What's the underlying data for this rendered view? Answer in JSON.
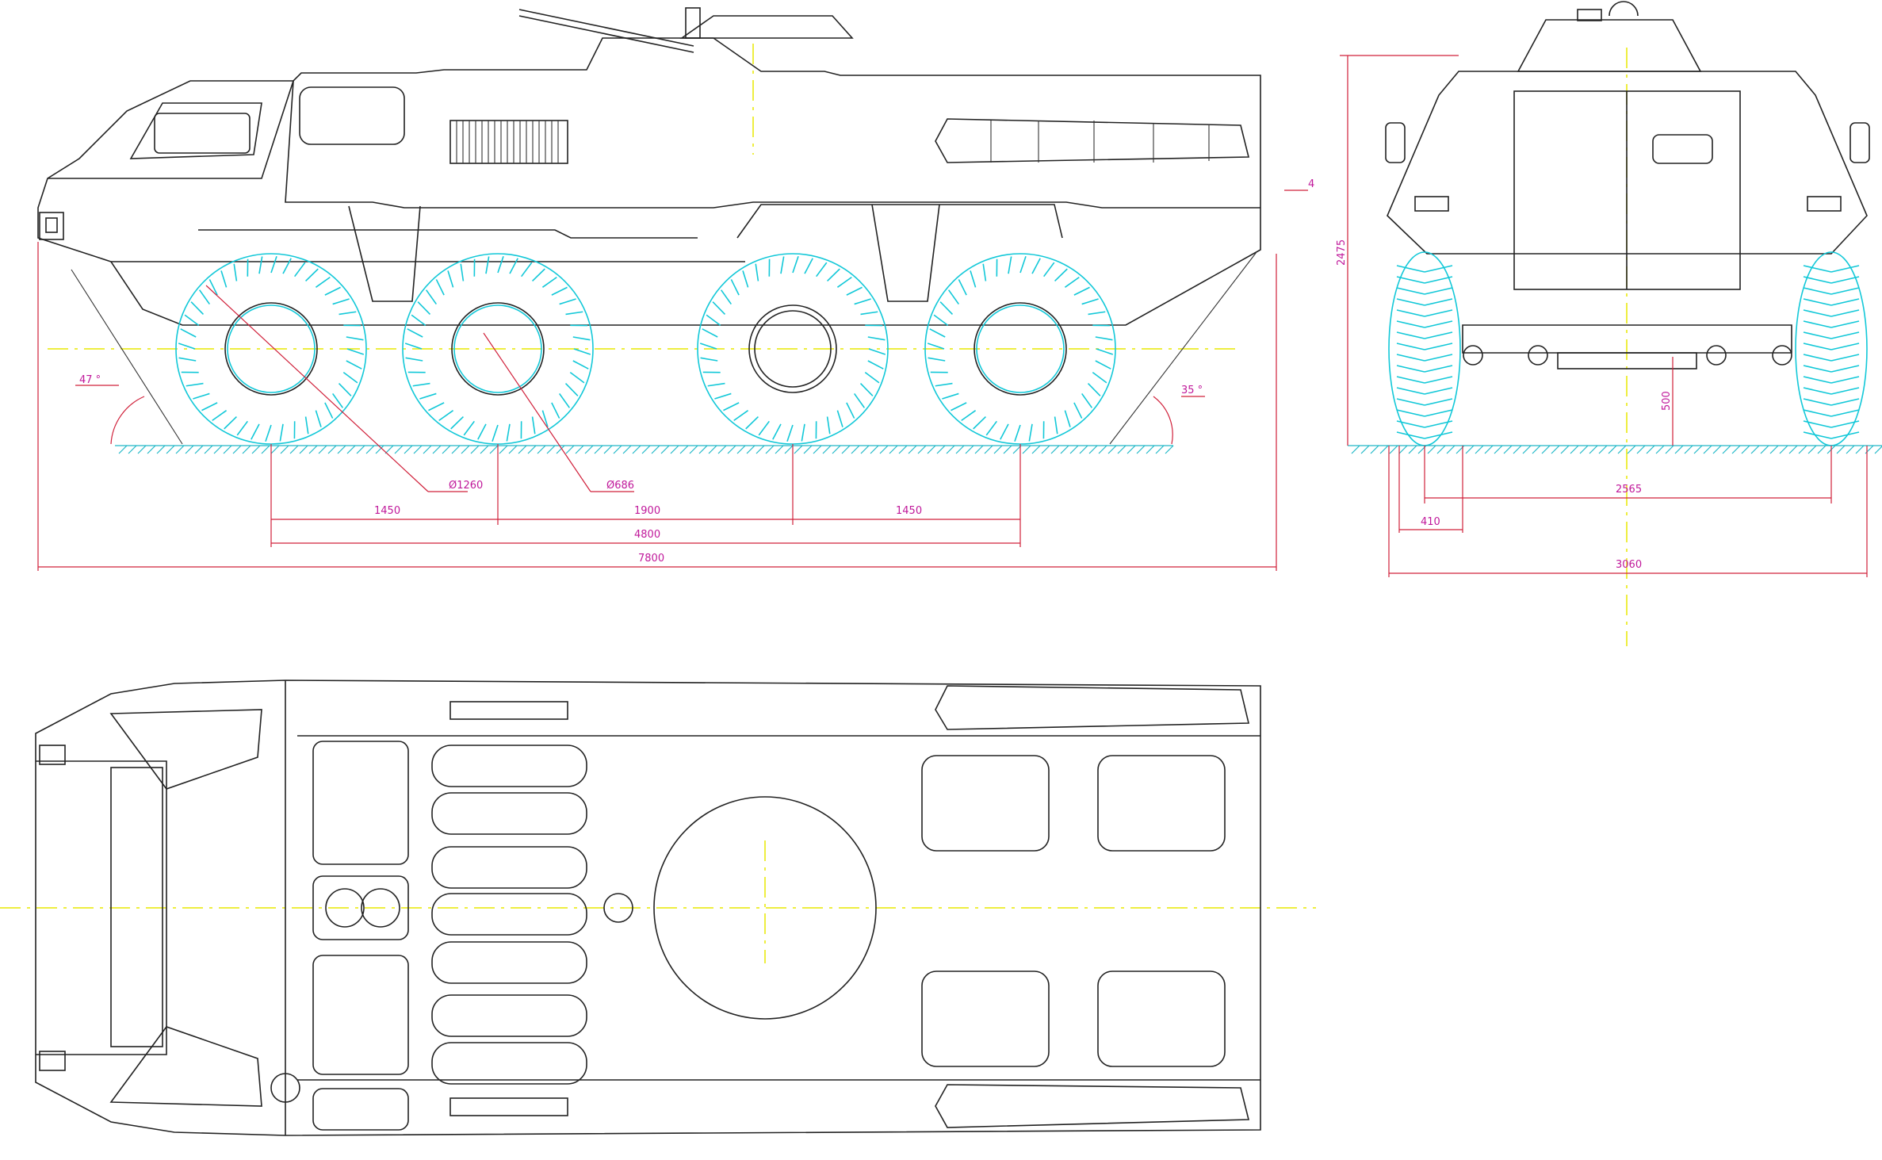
{
  "colors": {
    "outline": "#222222",
    "axis": "#e8e800",
    "dimension_line": "#d0203a",
    "dimension_text": "#c0189a",
    "tyre": "#12c8d8"
  },
  "side_view": {
    "dims": {
      "approach_angle": "47 °",
      "departure_angle": "35 °",
      "wheel_diameter": "Ø1260",
      "wheel_diameter_alt": "Ø686",
      "axle_gap_1": "1450",
      "axle_gap_2": "1900",
      "axle_gap_3": "1450",
      "wheelbase_total": "4800",
      "overall_length": "7800",
      "small_offset": "4"
    }
  },
  "front_view": {
    "dims": {
      "overall_height": "2475",
      "ground_clearance": "500",
      "track": "2565",
      "tyre_width": "410",
      "overall_width": "3060"
    }
  }
}
